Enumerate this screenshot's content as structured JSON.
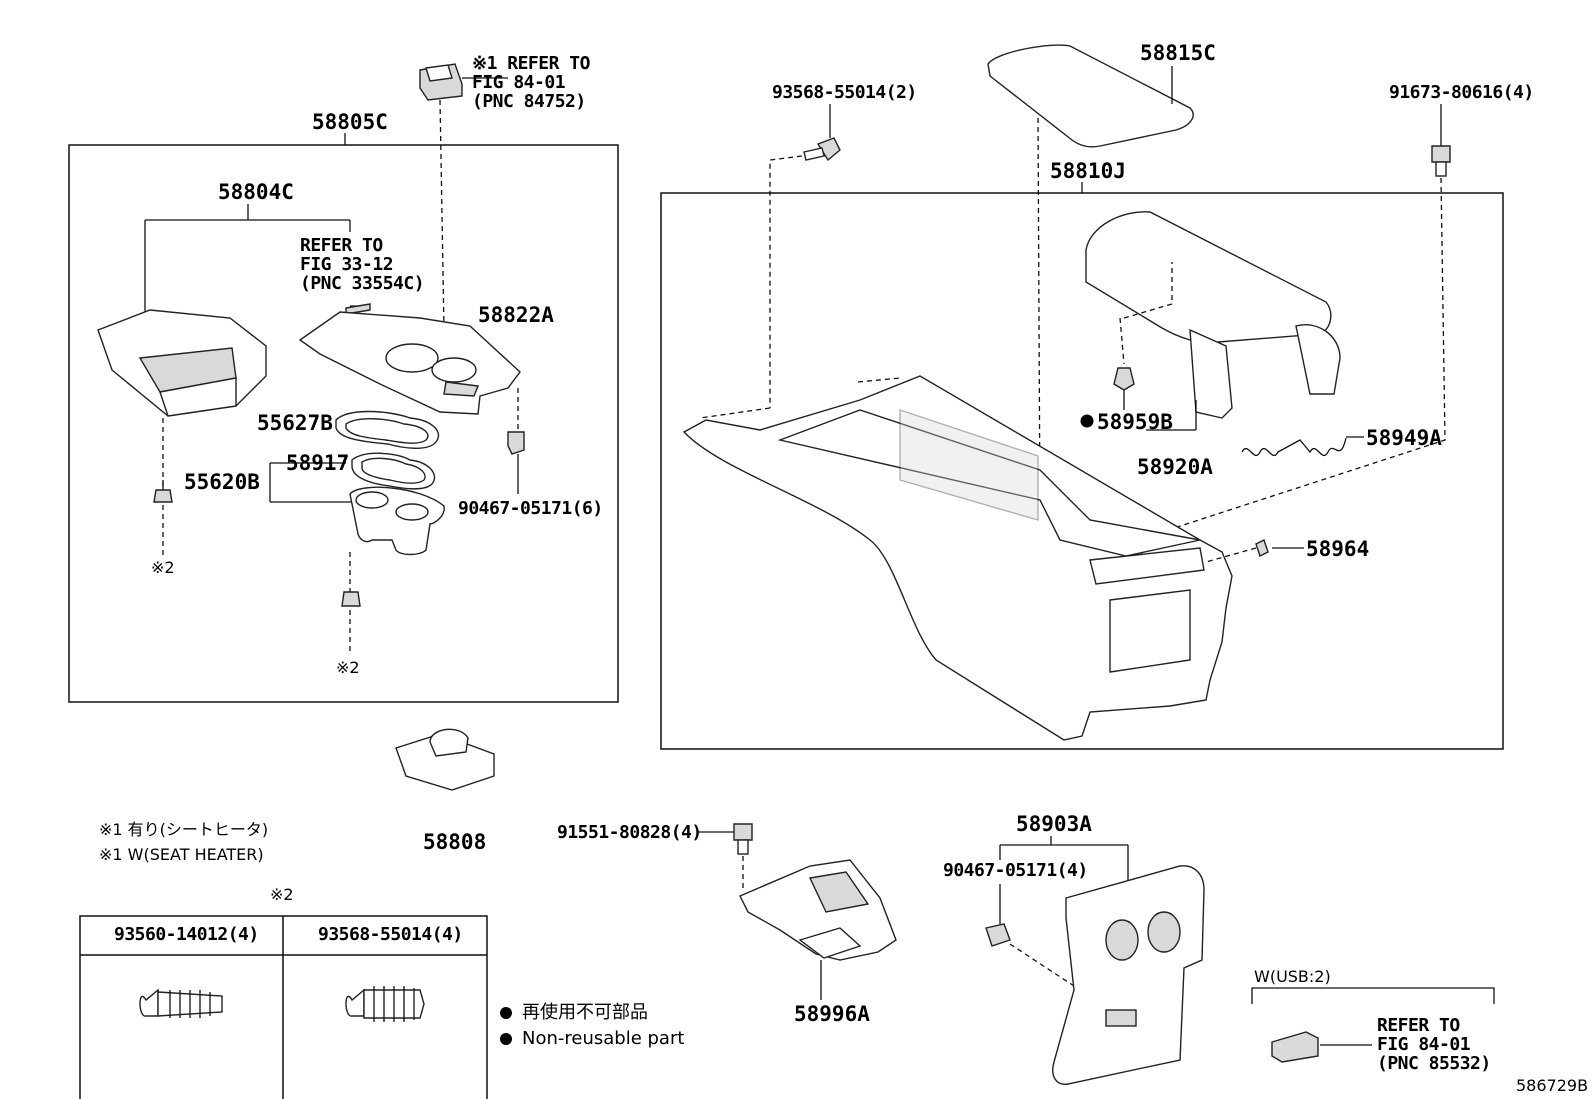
{
  "labels": {
    "p58805C": "58805C",
    "p58804C": "58804C",
    "p58822A": "58822A",
    "p55627B": "55627B",
    "p55620B": "55620B",
    "p58917": "58917",
    "p90467_6": "90467-05171(6)",
    "p58808": "58808",
    "p58815C": "58815C",
    "p93568_2": "93568-55014(2)",
    "p91673_4": "91673-80616(4)",
    "p58810J": "58810J",
    "p58959B": "58959B",
    "p58920A": "58920A",
    "p58949A": "58949A",
    "p58964": "58964",
    "p91551_4": "91551-80828(4)",
    "p58903A": "58903A",
    "p90467_4": "90467-05171(4)",
    "p58996A": "58996A",
    "diagram_id": "586729B"
  },
  "refs": {
    "ref1": "※1 REFER TO\nFIG 84-01\n(PNC 84752)",
    "ref2": "REFER TO\nFIG 33-12\n(PNC 33554C)",
    "ref3": "REFER TO\nFIG 84-01\n(PNC 85532)"
  },
  "notes": {
    "mark2_a": "※2",
    "mark2_b": "※2",
    "mark2_table": "※2",
    "note1_jp": "※1 有り(シートヒータ)",
    "note1_en": "※1 W(SEAT HEATER)",
    "usb": "W(USB:2)"
  },
  "table": {
    "headers": [
      "93560-14012(4)",
      "93568-55014(4)"
    ]
  },
  "legend": {
    "jp": "再使用不可部品",
    "en": "Non-reusable part"
  }
}
